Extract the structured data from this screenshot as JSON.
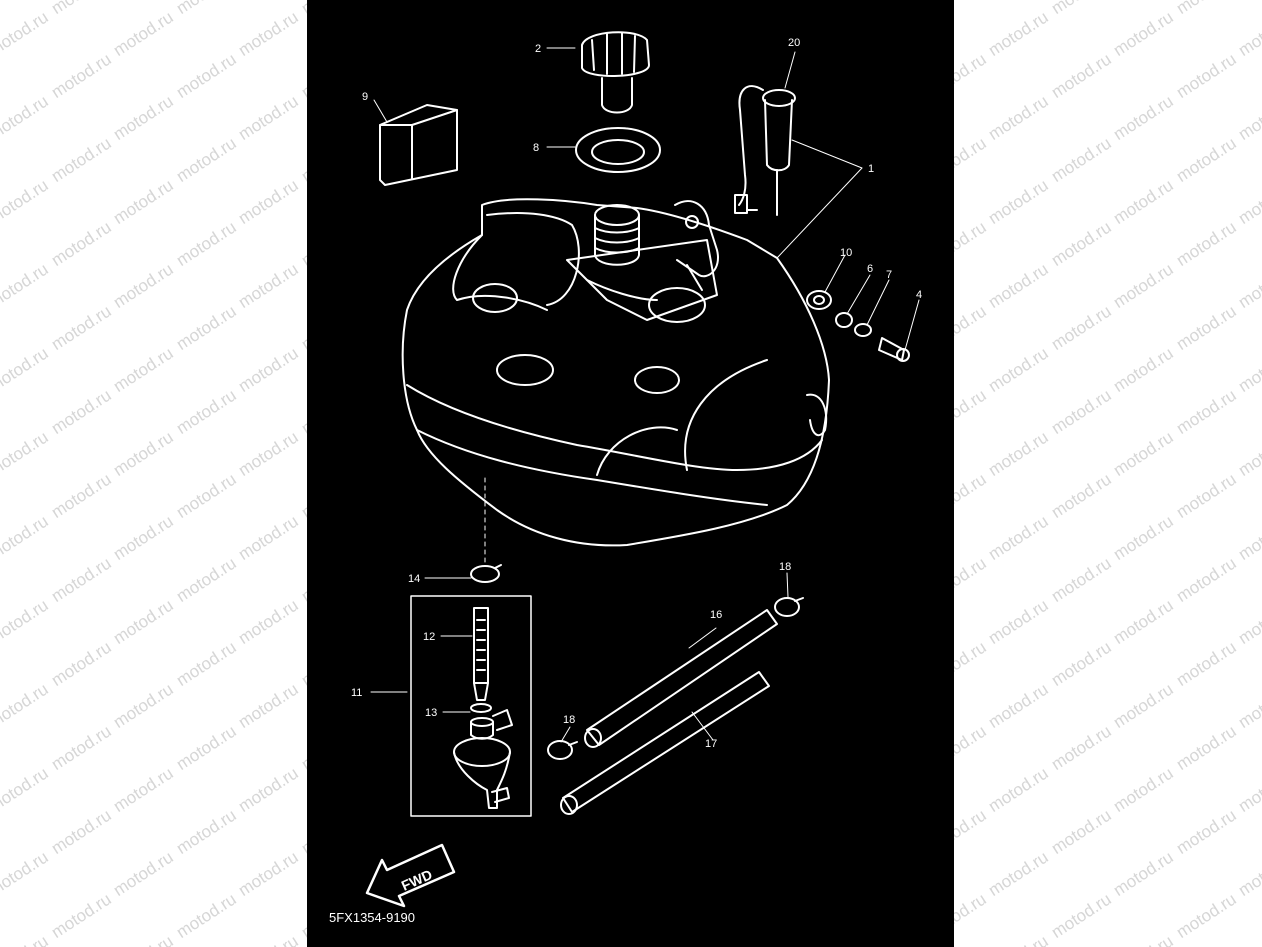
{
  "watermark": "motod.ru",
  "diagram_code": "5FX1354-9190",
  "fwd_label": "FWD",
  "callouts": {
    "c1": "1",
    "c2": "2",
    "c4": "4",
    "c6": "6",
    "c7": "7",
    "c8": "8",
    "c9": "9",
    "c10": "10",
    "c11": "11",
    "c12": "12",
    "c13": "13",
    "c14": "14",
    "c16": "16",
    "c17": "17",
    "c18a": "18",
    "c18b": "18",
    "c20": "20"
  },
  "colors": {
    "panel": "#000000",
    "line": "#ffffff",
    "watermark": "#d6d6d6"
  }
}
